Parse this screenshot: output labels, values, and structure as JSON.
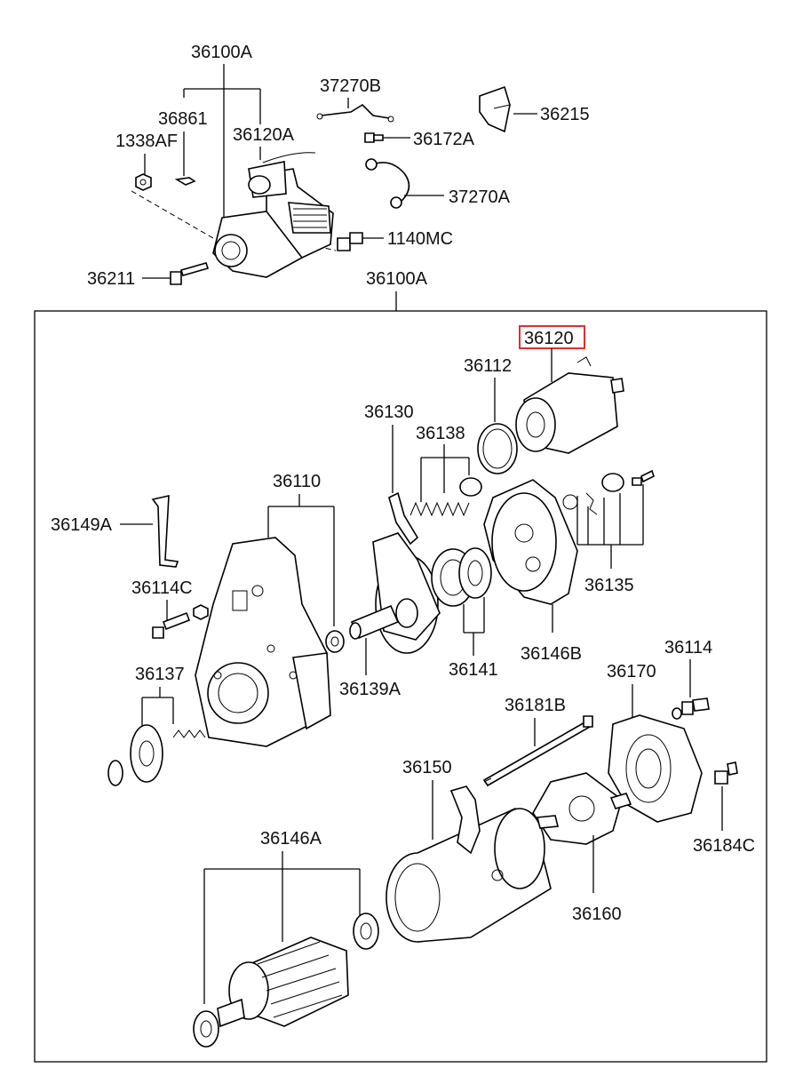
{
  "diagram": {
    "highlight_color": "#e03030",
    "labels": {
      "l36100A_top": "36100A",
      "l37270B": "37270B",
      "l36861": "36861",
      "l36120A": "36120A",
      "l1338AF": "1338AF",
      "l36172A": "36172A",
      "l36215": "36215",
      "l37270A": "37270A",
      "l1140MC": "1140MC",
      "l36211": "36211",
      "l36100A_box": "36100A",
      "l36120": "36120",
      "l36112": "36112",
      "l36130": "36130",
      "l36138": "36138",
      "l36110": "36110",
      "l36149A": "36149A",
      "l36114C": "36114C",
      "l36135": "36135",
      "l36146B": "36146B",
      "l36141": "36141",
      "l36139A": "36139A",
      "l36137": "36137",
      "l36114": "36114",
      "l36170": "36170",
      "l36181B": "36181B",
      "l36150": "36150",
      "l36184C": "36184C",
      "l36160": "36160",
      "l36146A": "36146A"
    }
  }
}
